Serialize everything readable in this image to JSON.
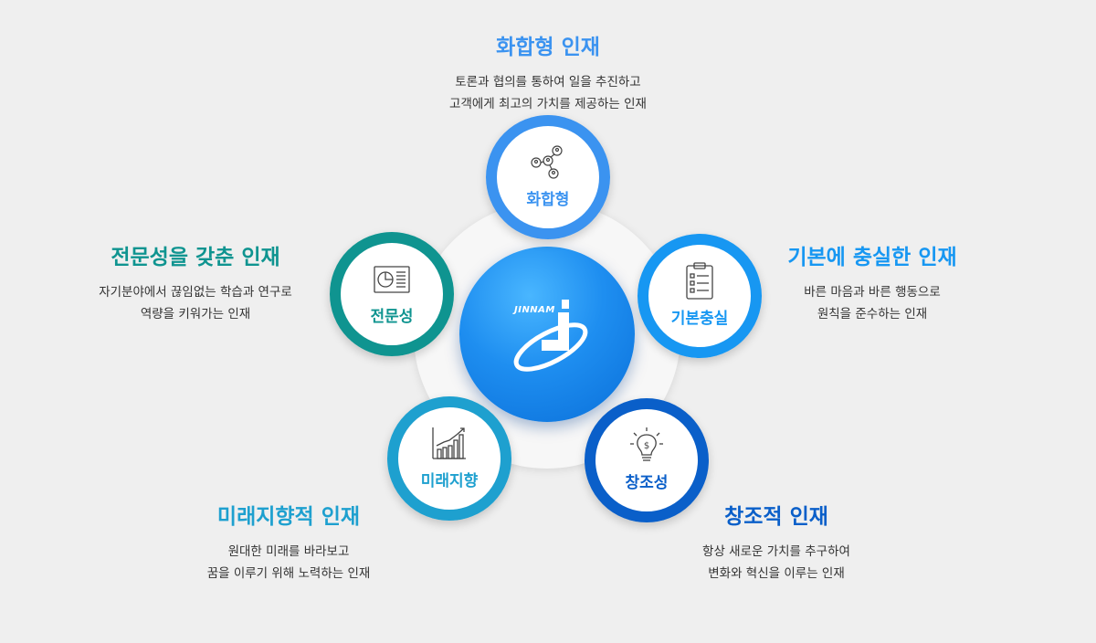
{
  "logo": {
    "text": "JINNAM"
  },
  "nodes": {
    "top": {
      "label": "화합형",
      "icon": "network-people-icon"
    },
    "right": {
      "label": "기본충실",
      "icon": "clipboard-checklist-icon"
    },
    "bottom_right": {
      "label": "창조성",
      "icon": "lightbulb-dollar-icon"
    },
    "bottom_left": {
      "label": "미래지향",
      "icon": "growth-chart-icon"
    },
    "left": {
      "label": "전문성",
      "icon": "report-pie-chart-icon"
    }
  },
  "captions": {
    "top": {
      "title": "화합형 인재",
      "line1": "토론과 협의를 통하여 일을 추진하고",
      "line2": "고객에게 최고의 가치를 제공하는 인재"
    },
    "left": {
      "title": "전문성을 갖춘 인재",
      "line1": "자기분야에서 끊임없는 학습과 연구로",
      "line2": "역량을 키워가는 인재"
    },
    "right": {
      "title": "기본에 충실한 인재",
      "line1": "바른 마음과 바른 행동으로",
      "line2": "원칙을 준수하는 인재"
    },
    "bottom_left": {
      "title": "미래지향적 인재",
      "line1": "원대한 미래를 바라보고",
      "line2": "꿈을 이루기 위해 노력하는 인재"
    },
    "bottom_right": {
      "title": "창조적 인재",
      "line1": "항상 새로운 가치를 추구하여",
      "line2": "변화와 혁신을 이루는 인재"
    }
  },
  "colors": {
    "top": "#3b93f0",
    "right": "#1797f2",
    "bottom_right": "#0a5fc9",
    "bottom_left": "#1ea0cf",
    "left": "#0f9490",
    "core": "#1e8ef0"
  }
}
